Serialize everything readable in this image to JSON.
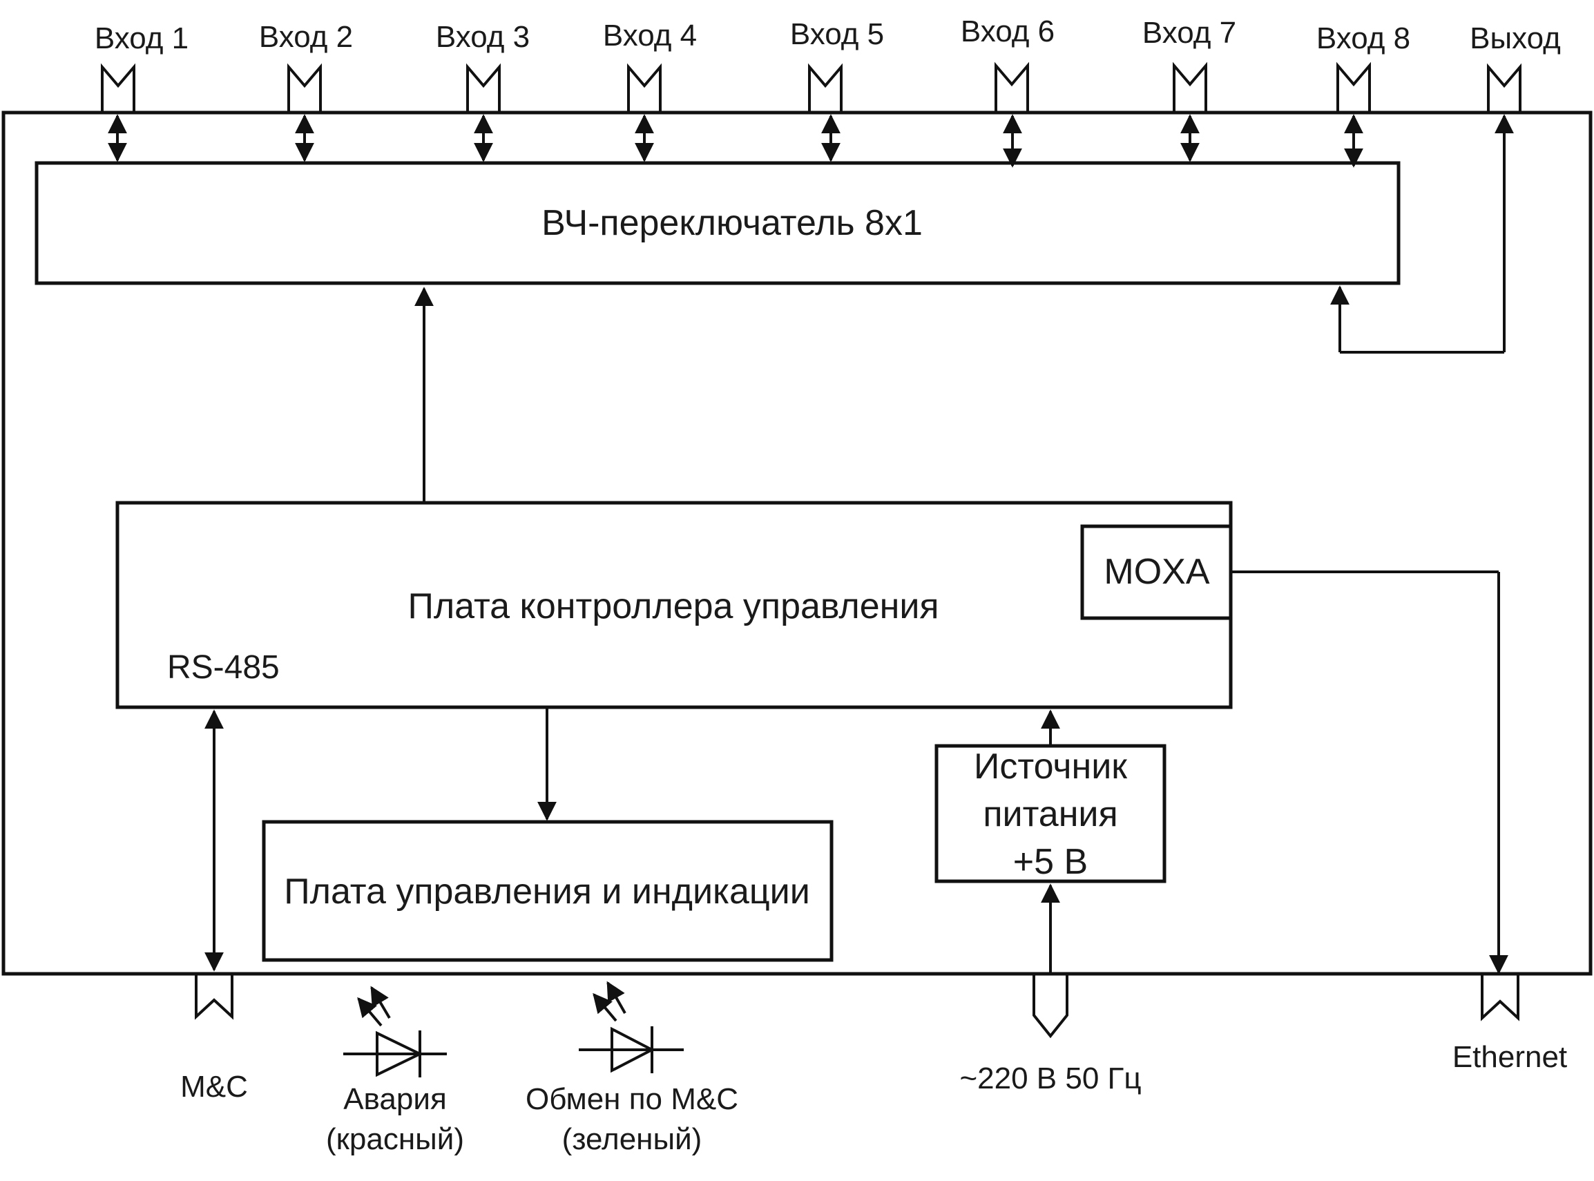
{
  "inputs": [
    "Вход 1",
    "Вход 2",
    "Вход 3",
    "Вход 4",
    "Вход 5",
    "Вход 6",
    "Вход 7",
    "Вход 8"
  ],
  "output": "Выход",
  "rf_switch": "ВЧ-переключатель 8x1",
  "controller": {
    "title": "Плата контроллера управления",
    "moxa": "MOXA",
    "rs485": "RS-485"
  },
  "indicator_board": "Плата управления и индикации",
  "power_supply": [
    "Источник",
    "питания",
    "+5 В"
  ],
  "bottom": {
    "mc": "M&C",
    "alarm": [
      "Авария",
      "(красный)"
    ],
    "exchange": [
      "Обмен по M&C",
      "(зеленый)"
    ],
    "mains": "~220 В 50 Гц",
    "ethernet": "Ethernet"
  }
}
